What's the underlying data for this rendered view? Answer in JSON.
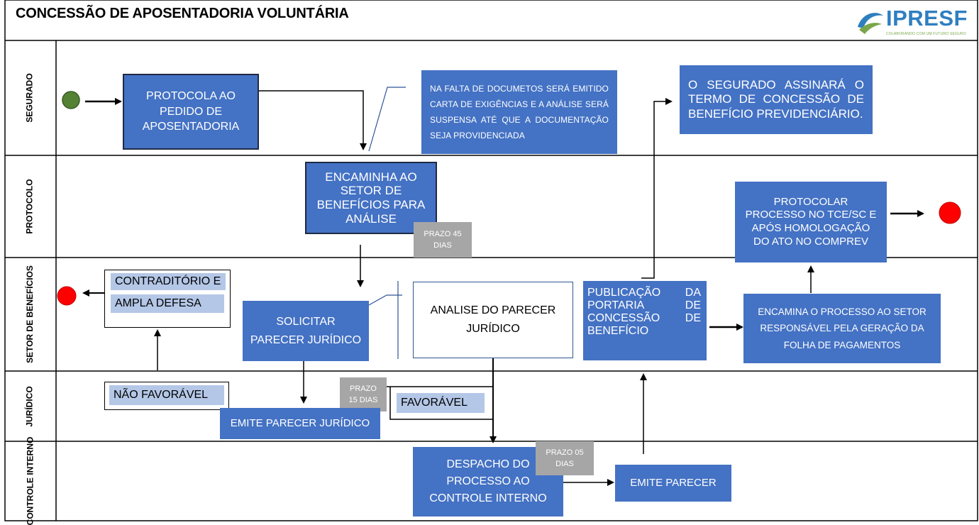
{
  "title": "CONCESSÃO DE APOSENTADORIA VOLUNTÁRIA",
  "logo": {
    "name": "IPRESF",
    "tagline": "COLABORANDO COM UM FUTURO SEGURO"
  },
  "lanes": [
    "SEGURADO",
    "PROTOCOLO",
    "SETOR DE\nBENEFÍCIOS",
    "JURÍDICO",
    "CONTROLE\nINTERNO"
  ],
  "nodes": {
    "protocola": "PROTOCOLA AO\nPEDIDO DE\nAPOSENTADORIA",
    "falta_docs": "NA FALTA DE DOCUMETOS SERÁ EMITIDO CARTA DE EXIGÊNCIAS E A ANÁLISE SERÁ SUSPENSA ATÉ QUE A DOCUMENTAÇÃO SEJA PROVIDENCIADA",
    "assinara": "O SEGURADO ASSINARÁ O TERMO DE CONCESSÃO DE BENEFÍCIO PREVIDENCIÁRIO.",
    "encaminha": "ENCAMINHA AO\nSETOR DE\nBENEFÍCIOS PARA\nANÁLISE",
    "prazo45": "PRAZO 45\nDIAS",
    "protocolar_tce": "PROTOCOLAR\nPROCESSO NO TCE/SC E\nAPÓS HOMOLOGAÇÃO\nDO ATO NO COMPREV",
    "contraditorio_1": "CONTRADITÓRIO E",
    "contraditorio_2": "AMPLA DEFESA",
    "solicitar": "SOLICITAR\nPARECER JURÍDICO",
    "analise": "ANALISE DO PARECER\nJURÍDICO",
    "publicacao_lines": [
      [
        "PUBLICAÇÃO",
        "DA"
      ],
      [
        "PORTARIA",
        "DE"
      ],
      [
        "CONCESSÃO",
        "DE"
      ],
      [
        "BENEFÍCIO",
        ""
      ]
    ],
    "encamina_folha": "ENCAMINA O PROCESSO  AO SETOR\nRESPONSÁVEL PELA GERAÇÃO DA\nFOLHA DE PAGAMENTOS",
    "nao_favoravel": "NÃO FAVORÁVEL",
    "prazo15": "PRAZO\n15 DIAS",
    "favoravel": "FAVORÁVEL",
    "emite_parecer_juridico": "EMITE PARECER JURÍDICO",
    "despacho": "DESPACHO DO\nPROCESSO AO\nCONTROLE INTERNO",
    "prazo05": "PRAZO 05\nDIAS",
    "emite_parecer": "EMITE PARECER"
  },
  "colors": {
    "box_blue": "#4472c4",
    "light_blue": "#b4c7e7",
    "gray": "#a6a6a6",
    "start_green": "#548235",
    "end_red": "#ff0000"
  }
}
